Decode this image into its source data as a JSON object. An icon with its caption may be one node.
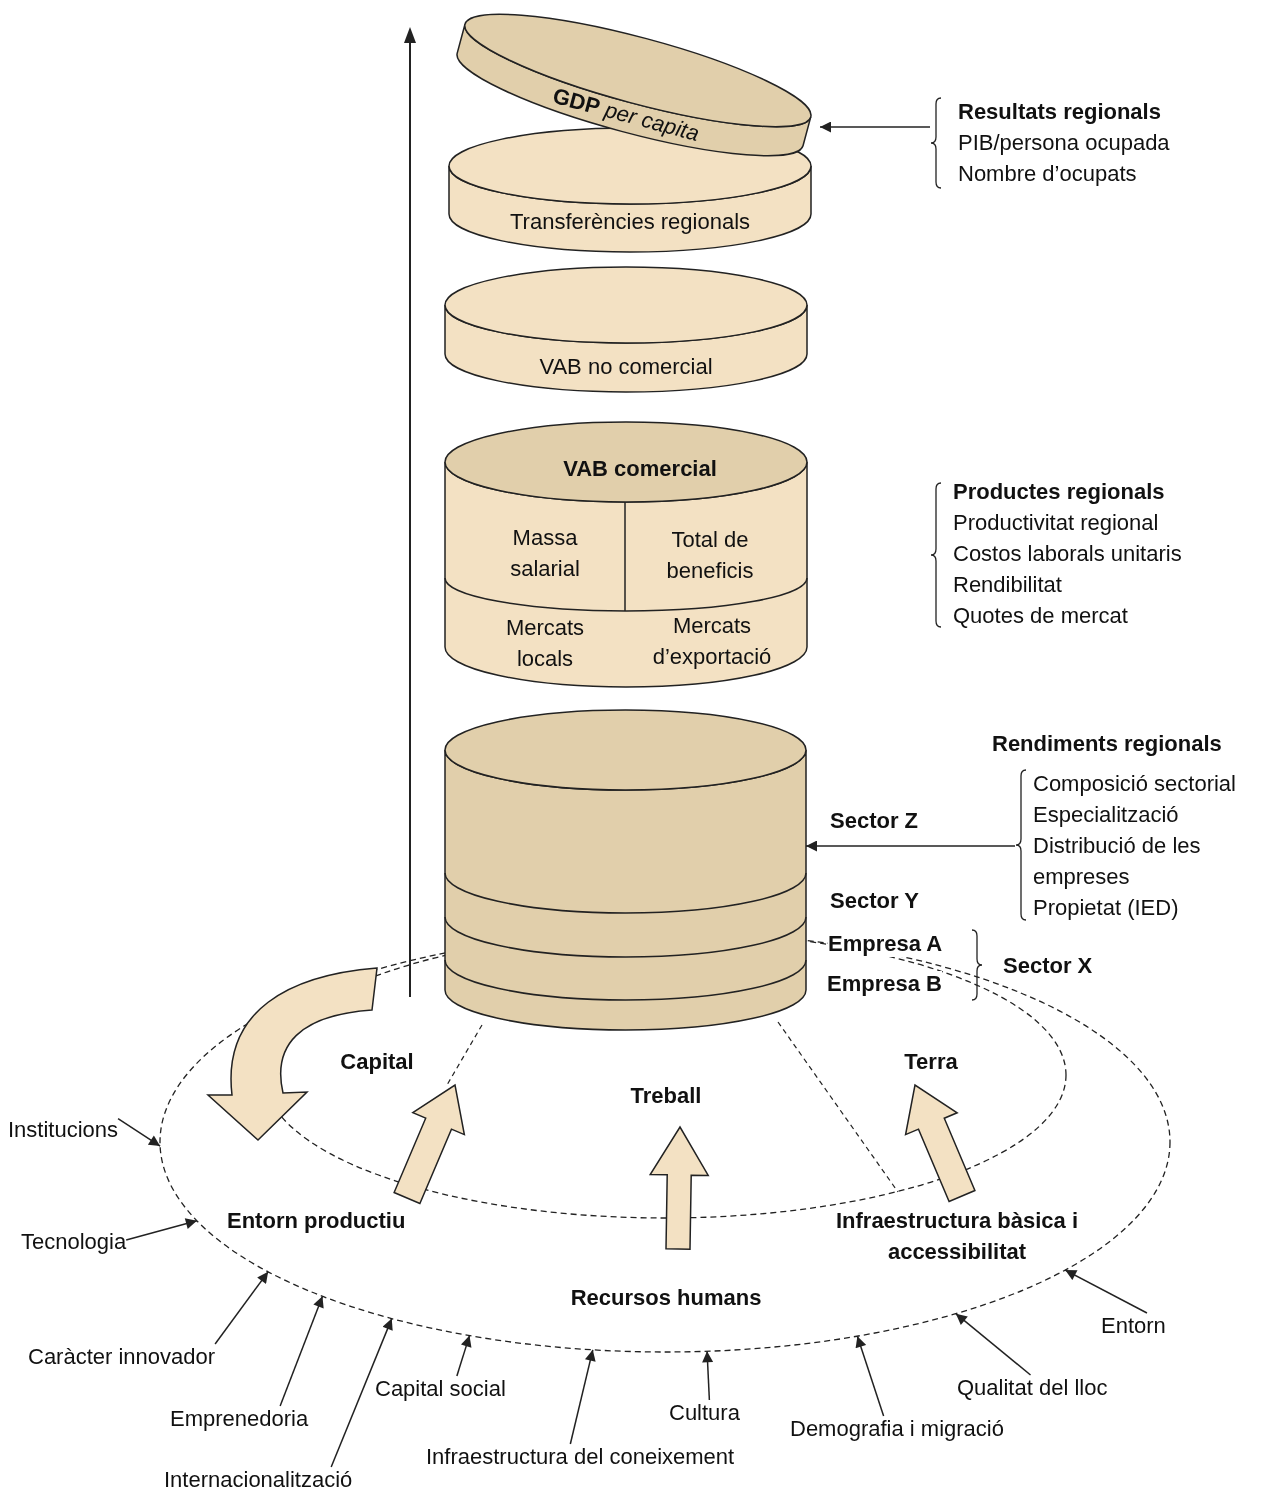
{
  "diagram": {
    "nodes": [
      {
        "text": [
          "**GDP** *per capita*"
        ]
      },
      {
        "text": [
          "Resultats regionals",
          "PIB/persona ocupada",
          "Nombre d’ocupats"
        ]
      },
      {
        "text": [
          "Transferències regionals"
        ]
      },
      {
        "text": [
          "VAB no comercial"
        ]
      },
      {
        "text": [
          "VAB comercial"
        ]
      },
      {
        "text": [
          "Massa salarial"
        ],
        "in": 4
      },
      {
        "text": [
          "Total de beneficis"
        ],
        "in": 4
      },
      {
        "text": [
          "Mercats locals"
        ],
        "in": 4
      },
      {
        "text": [
          "Mercats d’exportació"
        ],
        "in": 4
      },
      {
        "text": [],
        "shape": "cylinder"
      },
      {
        "text": [
          "Composició sectorial",
          "Especialització",
          "Distribució de les empreses",
          "Propietat (IED)"
        ],
        "beside": [
          "Rendiments regionals"
        ]
      },
      {
        "text": [
          "Entorn productiu",
          "Recursos humans",
          "Infraestructura bàsica i accessibilitat"
        ]
      },
      {
        "text": [
          "Capital",
          "Treball",
          "Terra"
        ],
        "in": 11
      },
      {
        "text": [
          "Institucions"
        ]
      },
      {
        "text": [
          "Tecnologia"
        ]
      },
      {
        "text": [
          "Caràcter innovador"
        ]
      },
      {
        "text": [
          "Emprenedoria"
        ]
      },
      {
        "text": [
          "Internacionalització"
        ]
      },
      {
        "text": [
          "Capital social"
        ]
      },
      {
        "text": [
          "Infraestructura del coneixement"
        ]
      },
      {
        "text": [
          "Cultura"
        ]
      },
      {
        "text": [
          "Demografia i migració"
        ]
      },
      {
        "text": [
          "Qualitat del lloc"
        ]
      },
      {
        "text": [
          "Entorn"
        ]
      }
    ],
    "edges": [
      {
        "from": 1,
        "to": 0,
        "arrow": "to"
      },
      {
        "from": 10,
        "to": 9,
        "arrow": "to"
      },
      {
        "from": 13,
        "to": 11,
        "arrow": "to"
      },
      {
        "from": 14,
        "to": 11,
        "arrow": "to"
      },
      {
        "from": 15,
        "to": 11,
        "arrow": "to"
      },
      {
        "from": 16,
        "to": 11,
        "arrow": "to"
      },
      {
        "from": 17,
        "to": 11,
        "arrow": "to"
      },
      {
        "from": 18,
        "to": 11,
        "arrow": "to"
      },
      {
        "from": 19,
        "to": 11,
        "arrow": "to"
      },
      {
        "from": 20,
        "to": 11,
        "arrow": "to"
      },
      {
        "from": 21,
        "to": 11,
        "arrow": "to"
      },
      {
        "from": 22,
        "to": 11,
        "arrow": "to"
      },
      {
        "from": 23,
        "to": 11,
        "arrow": "to"
      }
    ],
    "labels": [
      "Productes regionals",
      "Productivitat regional",
      "Costos laborals unitaris",
      "Rendibilitat",
      "Quotes de mercat",
      "Sector Z",
      "Sector Y",
      "Empresa A",
      "Empresa B",
      "Sector X"
    ]
  }
}
